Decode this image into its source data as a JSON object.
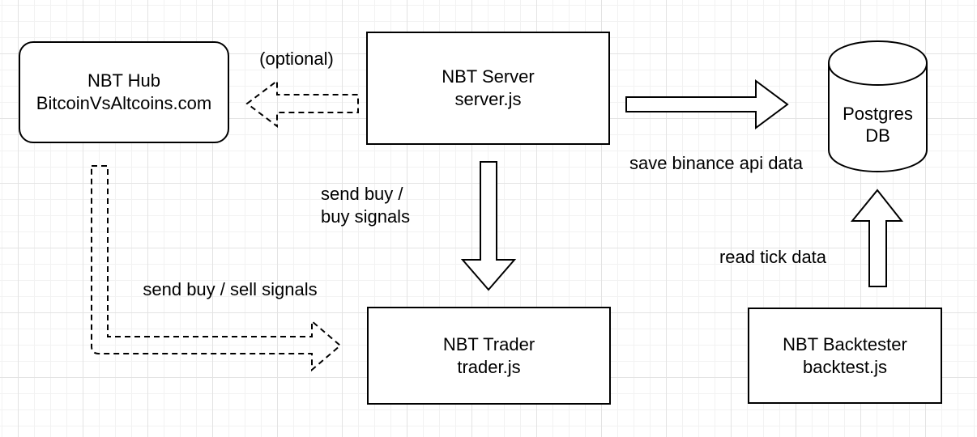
{
  "diagram": {
    "nodes": {
      "hub": {
        "title": "NBT Hub",
        "subtitle": "BitcoinVsAltcoins.com",
        "shape": "rounded-rectangle"
      },
      "server": {
        "title": "NBT Server",
        "subtitle": "server.js",
        "shape": "rectangle"
      },
      "postgres": {
        "title": "Postgres",
        "subtitle": "DB",
        "shape": "cylinder"
      },
      "trader": {
        "title": "NBT Trader",
        "subtitle": "trader.js",
        "shape": "rectangle"
      },
      "backtester": {
        "title": "NBT Backtester",
        "subtitle": "backtest.js",
        "shape": "rectangle"
      }
    },
    "edges": [
      {
        "id": "server-to-hub",
        "from": "server",
        "to": "hub",
        "style": "dashed",
        "label": "(optional)"
      },
      {
        "id": "server-to-postgres",
        "from": "server",
        "to": "postgres",
        "style": "solid",
        "label": "save binance api data"
      },
      {
        "id": "server-to-trader",
        "from": "server",
        "to": "trader",
        "style": "solid",
        "label_line1": "send buy /",
        "label_line2": "buy signals"
      },
      {
        "id": "hub-to-trader",
        "from": "hub",
        "to": "trader",
        "style": "dashed",
        "label": "send buy / sell signals"
      },
      {
        "id": "backtester-to-postgres",
        "from": "backtester",
        "to": "postgres",
        "style": "solid",
        "label": "read tick data"
      }
    ],
    "colors": {
      "stroke": "#000000",
      "shape_fill": "#ffffff",
      "grid_minor": "#f2f2f2",
      "grid_major": "#e3e3e3",
      "background": "#ffffff"
    }
  }
}
